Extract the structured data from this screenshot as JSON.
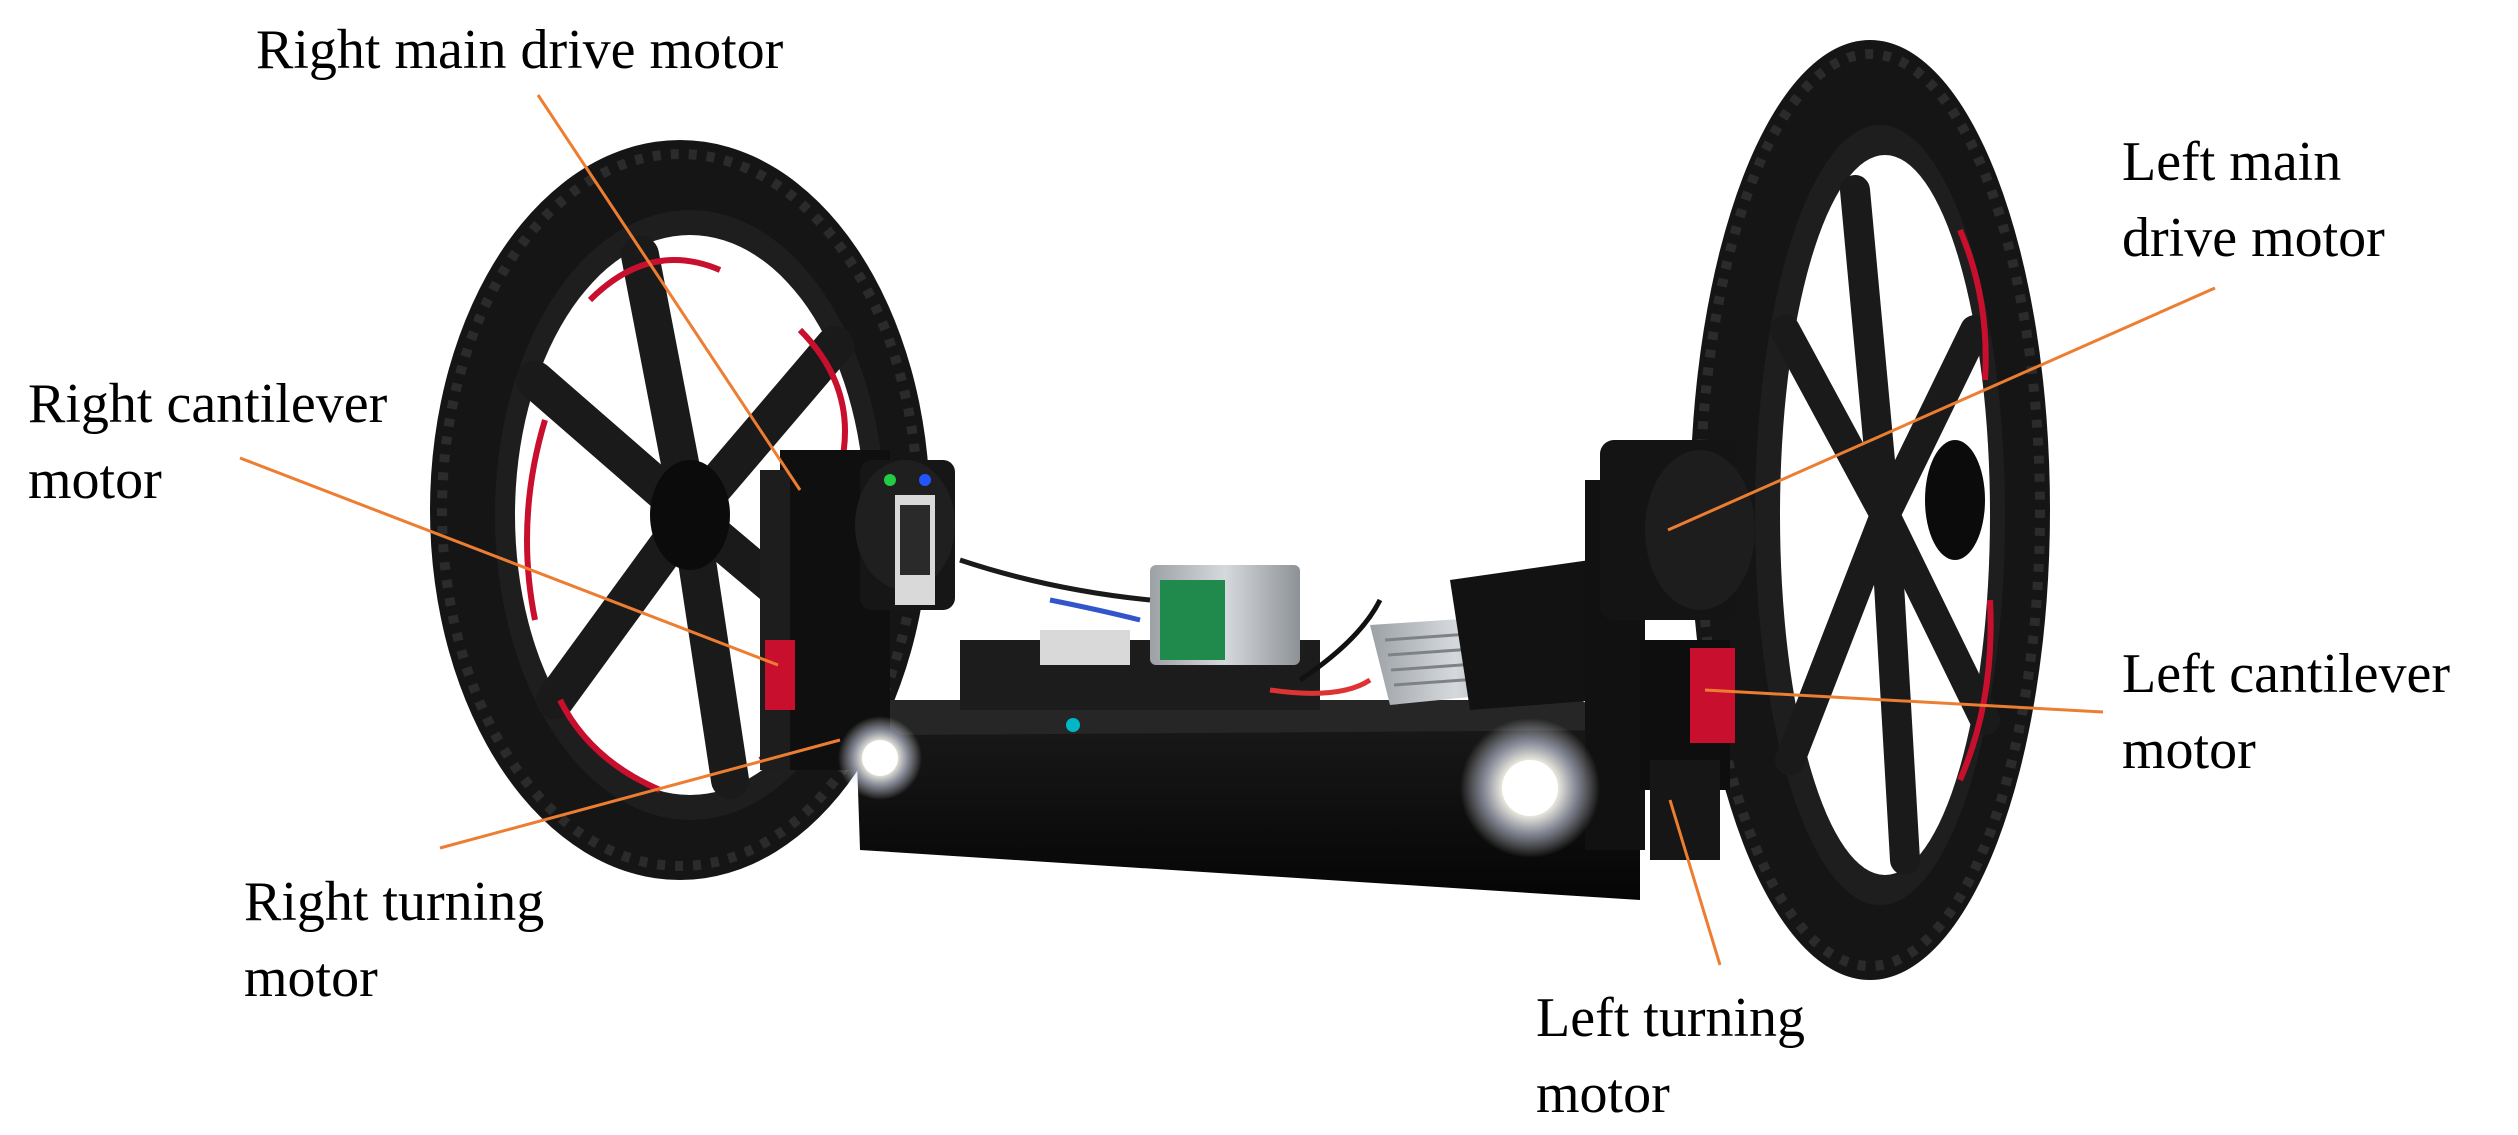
{
  "labels": {
    "right_main_drive": [
      "Right main drive motor"
    ],
    "right_cantilever": [
      "Right cantilever",
      "motor"
    ],
    "right_turning": [
      "Right turning",
      "motor"
    ],
    "left_main_drive": [
      "Left main",
      "drive motor"
    ],
    "left_cantilever": [
      "Left cantilever",
      "motor"
    ],
    "left_turning": [
      "Left turning",
      "motor"
    ]
  },
  "colors": {
    "leader": "#ED7D31",
    "tire": "#151515",
    "rim": "#1a1a1a",
    "rim_accent": "#C8102E",
    "chassis": "#0d0d0d",
    "frame": "#111111",
    "heatsink": "#b8bcc0",
    "screen": "#1f8a4c",
    "headlight": "#ffffff"
  }
}
